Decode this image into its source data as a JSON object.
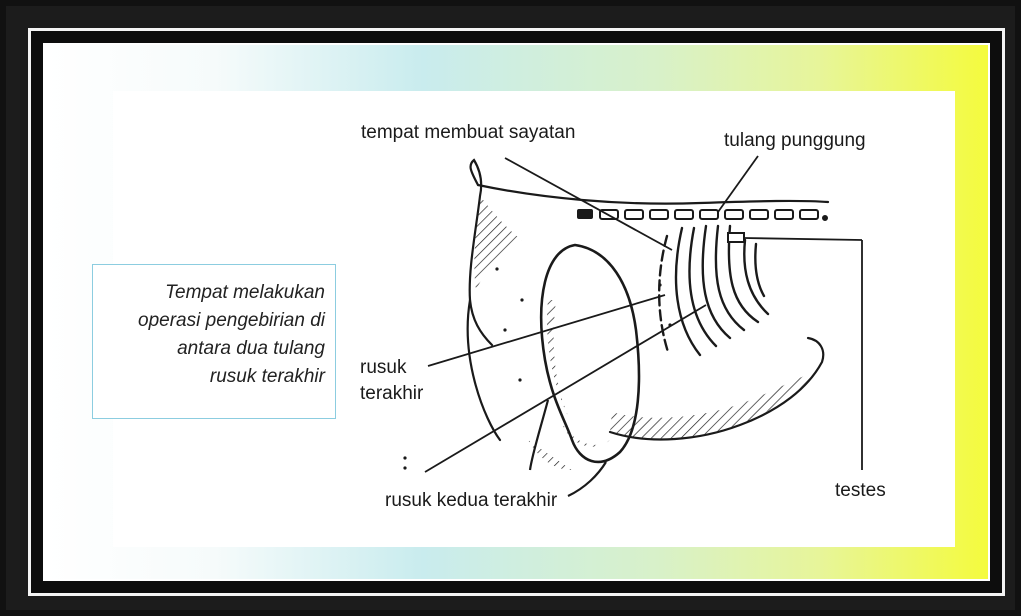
{
  "caption": {
    "lines": [
      "Tempat melakukan",
      "operasi pengebirian di",
      "antara dua tulang",
      "rusuk terakhir"
    ]
  },
  "labels": {
    "incision_site": "tempat membuat sayatan",
    "backbone": "tulang punggung",
    "last_rib_line1": "rusuk",
    "last_rib_line2": "terakhir",
    "second_last_rib": "rusuk kedua terakhir",
    "testes": "testes"
  },
  "colors": {
    "frame_dark": "#111111",
    "frame_border": "#f4f4f4",
    "gradient_start": "#ffffff",
    "gradient_mid": "#c9ecee",
    "gradient_end": "#f4fb3d",
    "caption_border": "#8ccde0",
    "ink": "#1a1a1a"
  }
}
